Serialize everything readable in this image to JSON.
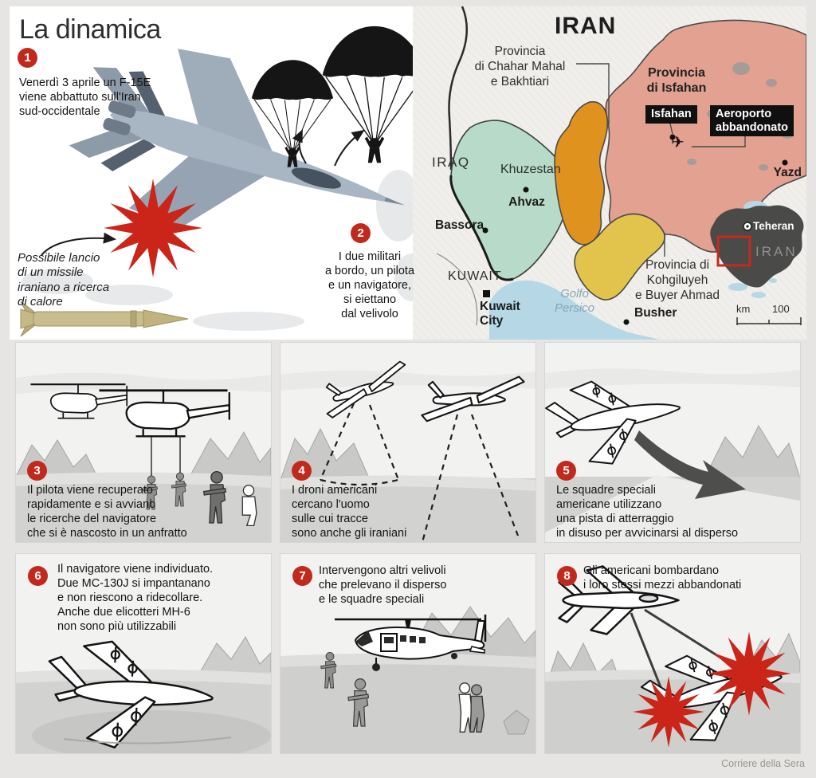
{
  "title": "La dinamica",
  "credit": "Corriere della Sera",
  "colors": {
    "badge": "#c2291d",
    "explosion": "#cb2418"
  },
  "annotation": "Possibile lancio\ndi un missile\niraniano a ricerca\ndi calore",
  "steps": [
    {
      "num": "1",
      "text": "Venerdì 3 aprile un F-15E\nviene abbattuto sull'Iran\nsud-occidentale"
    },
    {
      "num": "2",
      "text": "I due militari\na bordo, un pilota\ne un navigatore,\nsi eiettano\ndal velivolo"
    },
    {
      "num": "3",
      "text": "Il pilota viene recuperato\nrapidamente e si avviano\nle ricerche del navigatore\nche si è nascosto in un anfratto"
    },
    {
      "num": "4",
      "text": "I droni americani\ncercano l'uomo\nsulle cui tracce\nsono anche gli iraniani"
    },
    {
      "num": "5",
      "text": "Le squadre speciali\namericane utilizzano\nuna pista di atterraggio\nin disuso per avvicinarsi al disperso"
    },
    {
      "num": "6",
      "text": "Il navigatore viene individuato.\nDue MC-130J si impantanano\ne non riescono a ridecollare.\nAnche due elicotteri MH-6\nnon sono più utilizzabili"
    },
    {
      "num": "7",
      "text": "Intervengono altri velivoli\nche prelevano il disperso\ne le squadre speciali"
    },
    {
      "num": "8",
      "text": "Gli americani bombardano\ni loro stessi mezzi abbandonati"
    }
  ],
  "map": {
    "country_title": "IRAN",
    "labels": {
      "iraq": "IRAQ",
      "kuwait": "KUWAIT",
      "chahar": "Provincia\ndi Chahar Mahal\ne Bakhtiari",
      "isfahan_province": "Provincia\ndi Isfahan",
      "isfahan_city": "Isfahan",
      "airport": "Aeroporto\nabbandonato",
      "yazd": "Yazd",
      "khuzestan": "Khuzestan",
      "ahvaz": "Ahvaz",
      "bassora": "Bassora",
      "kuwait_city": "Kuwait\nCity",
      "gulf": "Golfo\nPersico",
      "busher": "Busher",
      "kohgiluyeh": "Provincia di\nKohgiluyeh\ne Buyer Ahmad"
    },
    "icons": {
      "airplane": "✈"
    },
    "inset": {
      "capital": "Teheran",
      "country": "IRAN",
      "scale_unit": "km",
      "scale_value": "100"
    },
    "colors": {
      "khuzestan": "#b7dbc8",
      "chahar": "#e0921f",
      "kohgiluyeh": "#e2c44c",
      "isfahan": "#e3a191",
      "water": "#b5d7e6",
      "inset_land": "#4a4a49",
      "highlight": "#c8281e"
    }
  }
}
